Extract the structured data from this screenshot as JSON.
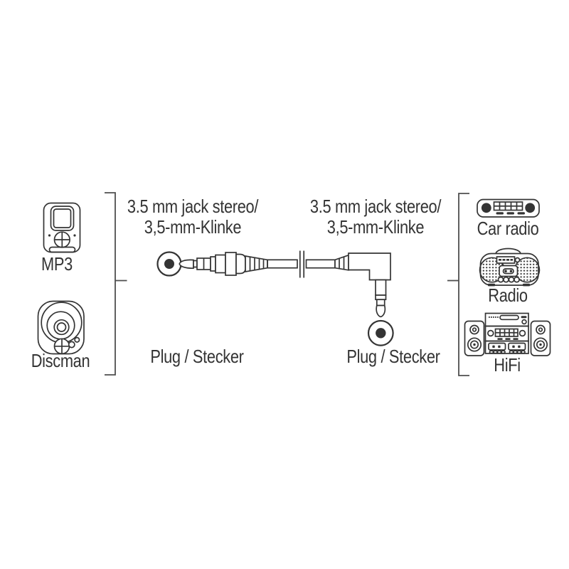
{
  "colors": {
    "ink": "#343434",
    "bracket": "#4e4e4e",
    "background": "#ffffff"
  },
  "sources": {
    "items": [
      {
        "label": "MP3",
        "icon": "mp3-player-icon"
      },
      {
        "label": "Discman",
        "icon": "discman-icon"
      }
    ]
  },
  "targets": {
    "items": [
      {
        "label": "Car radio",
        "icon": "car-radio-icon"
      },
      {
        "label": "Radio",
        "icon": "boombox-icon"
      },
      {
        "label": "HiFi",
        "icon": "hifi-system-icon"
      }
    ]
  },
  "cable": {
    "left_connector": {
      "type_line1": "3.5 mm jack stereo/",
      "type_line2": "3,5-mm-Klinke",
      "plug_label": "Plug / Stecker"
    },
    "right_connector": {
      "type_line1": "3.5 mm jack stereo/",
      "type_line2": "3,5-mm-Klinke",
      "plug_label": "Plug / Stecker"
    }
  }
}
